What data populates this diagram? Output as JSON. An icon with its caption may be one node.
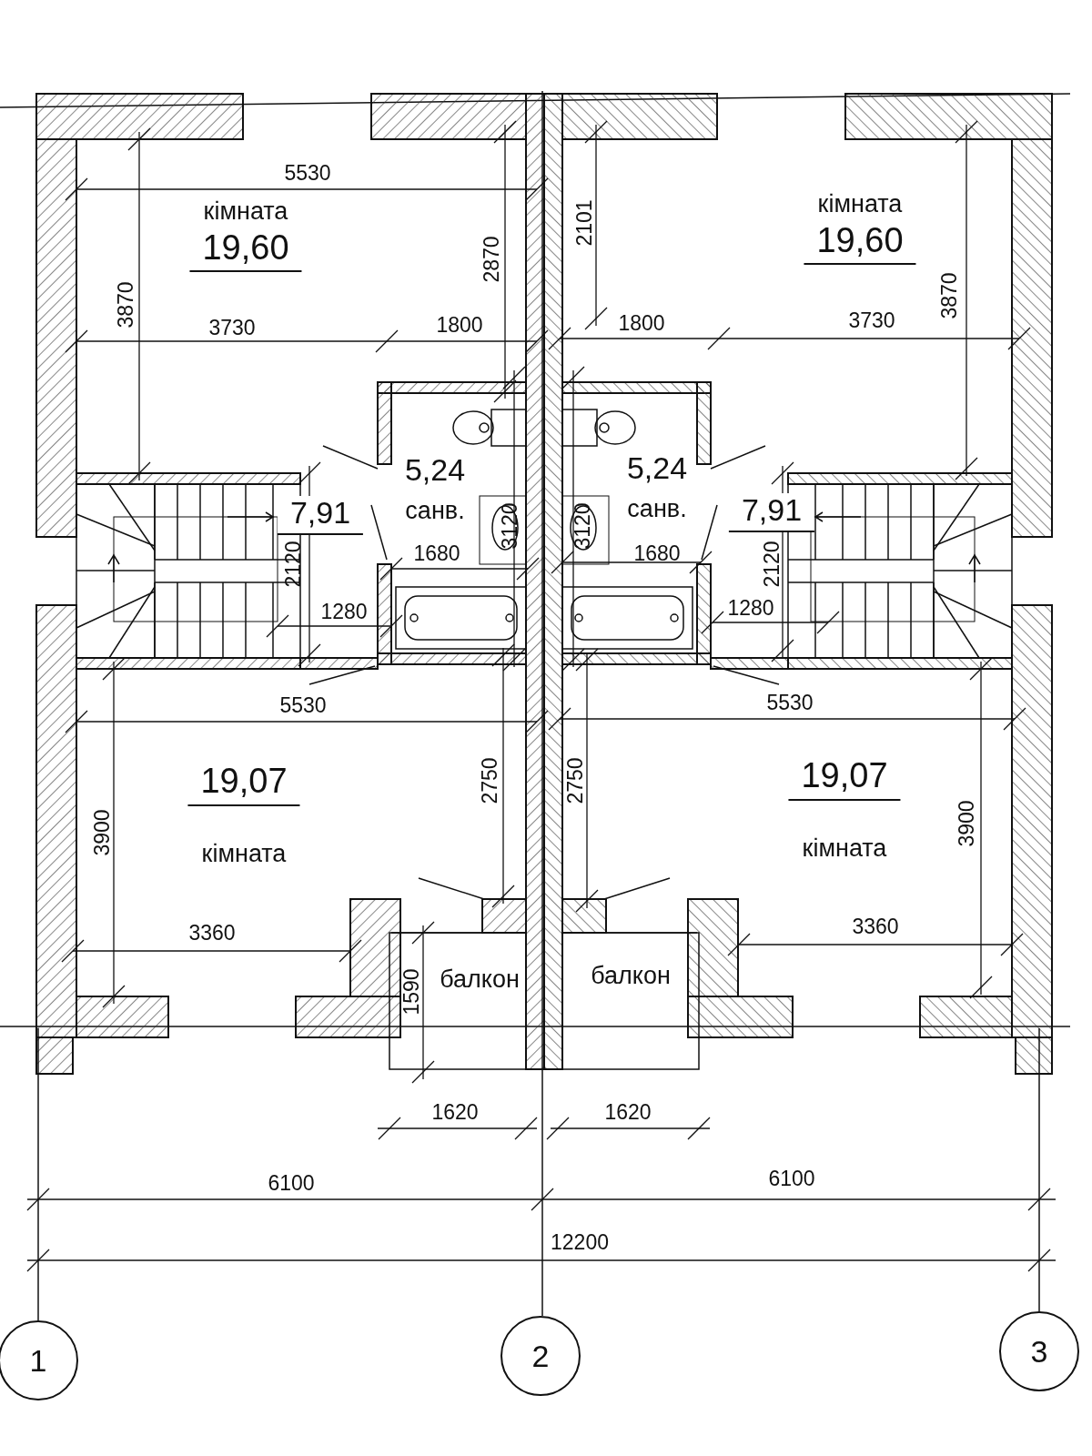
{
  "diagram": {
    "nodes": [
      {
        "text": [
          "кімната",
          "19,60"
        ]
      },
      {
        "text": [
          "кімната",
          "19,60"
        ]
      },
      {
        "text": [
          "7,91"
        ]
      },
      {
        "text": [
          "5,24",
          "санв."
        ]
      },
      {
        "text": [
          "5,24",
          "санв."
        ]
      },
      {
        "text": [
          "7,91"
        ]
      },
      {
        "text": [
          "19,07",
          "кімната"
        ]
      },
      {
        "text": [
          "19,07",
          "кімната"
        ]
      },
      {
        "text": [
          "балкон"
        ]
      },
      {
        "text": [
          "балкон"
        ]
      },
      {
        "text": [
          "1"
        ]
      },
      {
        "text": [
          "2"
        ]
      },
      {
        "text": [
          "3"
        ]
      }
    ],
    "labels": [
      "5530",
      "2870",
      "2101",
      "3870",
      "3730",
      "1800",
      "1800",
      "3730",
      "3870",
      "3120",
      "3120",
      "2120",
      "1680",
      "1680",
      "2120",
      "1280",
      "1280",
      "5530",
      "5530",
      "2750",
      "2750",
      "3900",
      "3900",
      "3360",
      "3360",
      "1590",
      "1620",
      "1620",
      "6100",
      "6100",
      "12200"
    ]
  }
}
